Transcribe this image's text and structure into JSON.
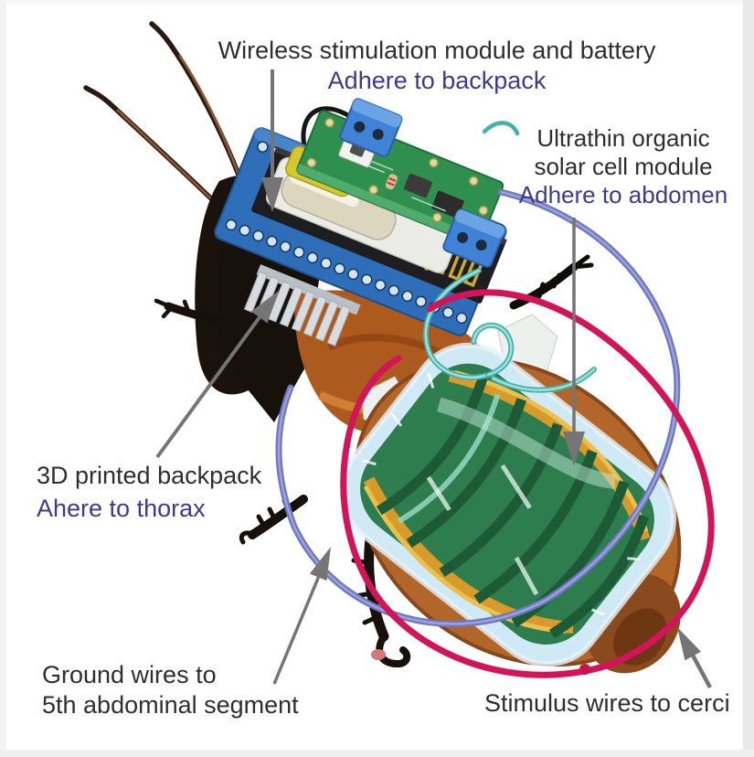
{
  "figure": {
    "labels": {
      "wireless": {
        "line1": "Wireless stimulation module and battery",
        "line2": "Adhere to backpack"
      },
      "solar": {
        "line1": "Ultrathin organic",
        "line2": "solar cell module",
        "line3": "Adhere to abdomen"
      },
      "backpack": {
        "line1": "3D printed backpack",
        "line2": "Ahere to thorax"
      },
      "ground": {
        "line1": "Ground wires to",
        "line2": "5th abdominal segment"
      },
      "stimulus": {
        "line1": "Stimulus wires to cerci"
      }
    },
    "colors": {
      "label_text": "#2e2e2e",
      "label_accent": "#3e3a8e",
      "leader_gray": "#757575",
      "stimulus_wire_red": "#d41459",
      "ground_wire_blue": "#6e77c0",
      "signal_wire_cyan": "#45b0ac",
      "solar_cell_green": "#2e7d4f",
      "film_blue": "#cfe9f5",
      "pcb_green": "#2f8f4e",
      "pcb_blue": "#2e6db8",
      "terminal_blue": "#3f82d6",
      "body_orange": "#ad5a1e",
      "abdomen_orange": "#b3662a"
    }
  }
}
